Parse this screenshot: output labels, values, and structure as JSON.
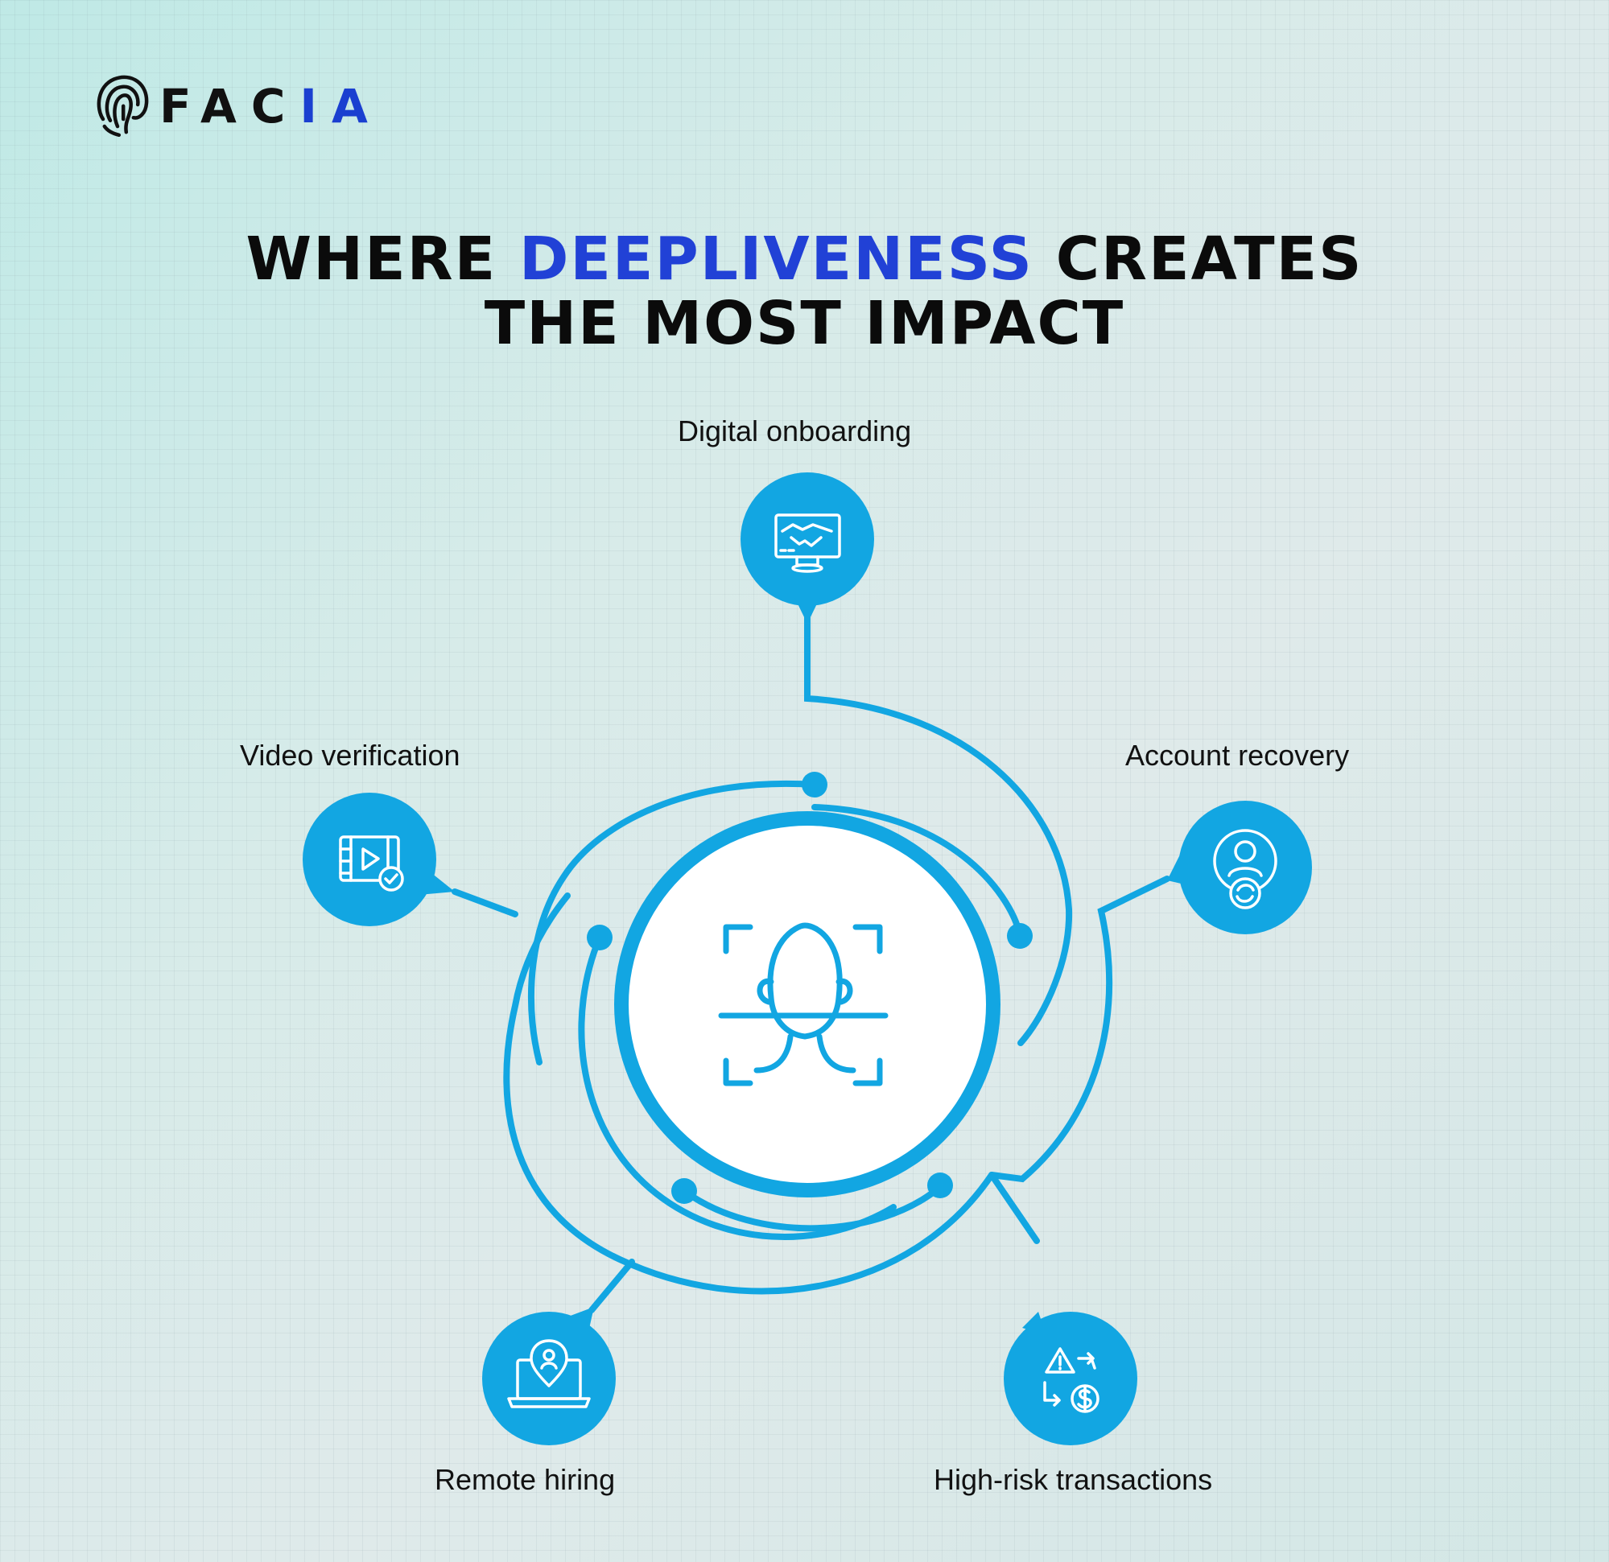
{
  "brand": {
    "logo_text_main": "FAC",
    "logo_text_accent": "IA"
  },
  "headline": {
    "line1_start": "WHERE ",
    "line1_highlight": "DEEPLIVENESS",
    "line1_end": " CREATES",
    "line2": "THE MOST IMPACT"
  },
  "use_cases": [
    {
      "label": "Digital onboarding",
      "icon": "handshake-monitor-icon"
    },
    {
      "label": "Account recovery",
      "icon": "user-refresh-icon"
    },
    {
      "label": "High-risk transactions",
      "icon": "alert-dollar-exchange-icon"
    },
    {
      "label": "Remote hiring",
      "icon": "laptop-location-user-icon"
    },
    {
      "label": "Video verification",
      "icon": "video-check-icon"
    }
  ],
  "center": {
    "icon": "face-scan-icon"
  },
  "colors": {
    "accent": "#12a6e2",
    "headline_highlight": "#2141d6",
    "logo_accent": "#1a3fd0",
    "text": "#111111"
  }
}
